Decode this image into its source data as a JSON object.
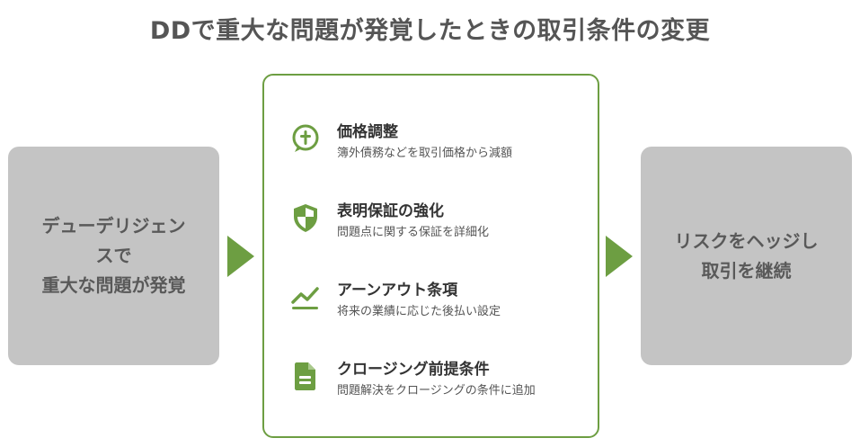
{
  "title": "DDで重大な問題が発覚したときの取引条件の変更",
  "left_box": {
    "text": "デューデリジェン\nスで\n重大な問題が発覚"
  },
  "right_box": {
    "text": "リスクをヘッジし\n取引を継続"
  },
  "items": [
    {
      "icon": "price-tag-icon",
      "title": "価格調整",
      "description": "簿外債務などを取引価格から減額"
    },
    {
      "icon": "shield-icon",
      "title": "表明保証の強化",
      "description": "問題点に関する保証を詳細化"
    },
    {
      "icon": "trend-line-icon",
      "title": "アーンアウト条項",
      "description": "将来の業績に応じた後払い設定"
    },
    {
      "icon": "document-icon",
      "title": "クロージング前提条件",
      "description": "問題解決をクロージングの条件に追加"
    }
  ],
  "colors": {
    "accent": "#6d9e42",
    "side_box": "#c4c4c4",
    "title": "#555555"
  }
}
